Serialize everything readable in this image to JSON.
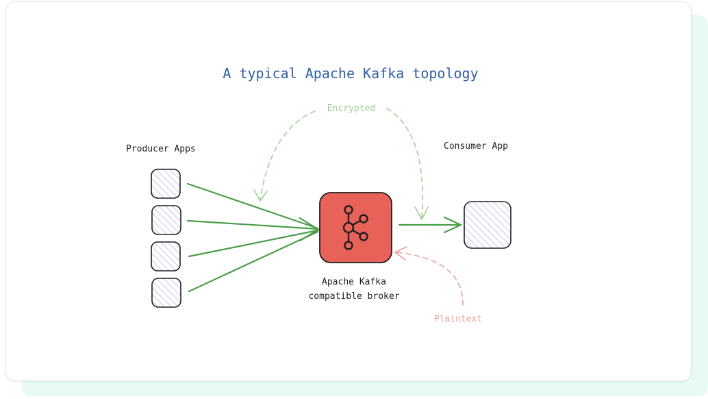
{
  "diagram": {
    "title": "A typical Apache Kafka topology",
    "producers_label": "Producer Apps",
    "consumer_label": "Consumer App",
    "broker_label_line1": "Apache Kafka",
    "broker_label_line2": "compatible broker",
    "encrypted_label": "Encrypted",
    "plaintext_label": "Plaintext",
    "producer_count": 4,
    "icons": {
      "broker": "kafka-logo-icon"
    },
    "colors": {
      "title": "#2f5fa5",
      "flow_arrow": "#4a9e48",
      "encrypted": "#9fcf96",
      "plaintext": "#e9a39c",
      "broker_fill": "#e8625a",
      "app_hatch": "#b9b6ea",
      "outline": "#1e1e1e"
    }
  }
}
